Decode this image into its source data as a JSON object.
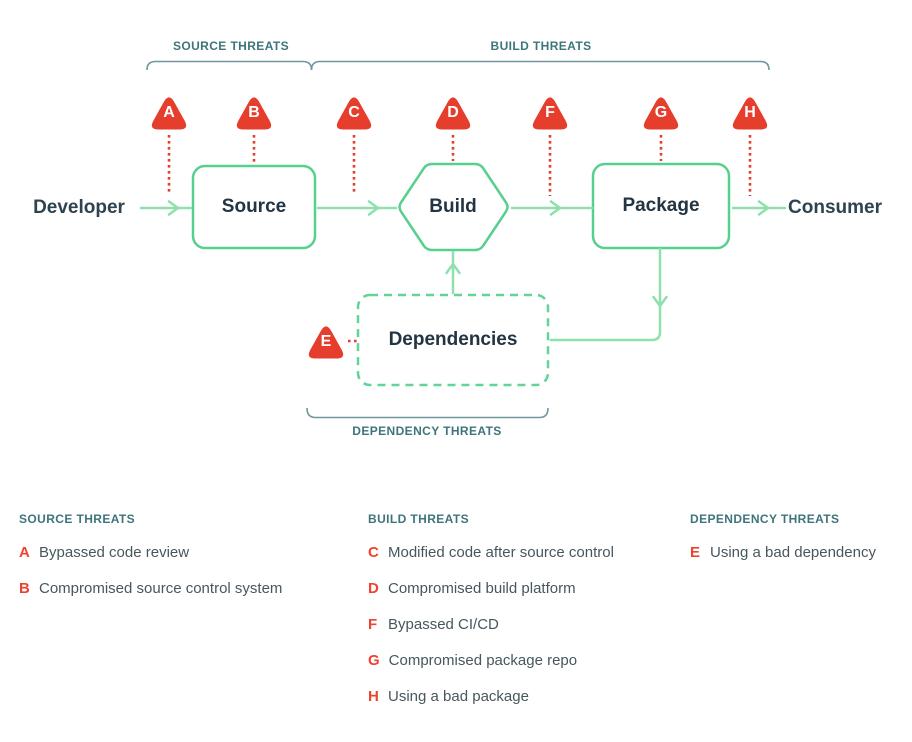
{
  "colors": {
    "box_border_green": "#57d08e",
    "arrow_green": "#8fe0ae",
    "dashed_border_green": "#62d495",
    "threat_red": "#e53e2c",
    "legend_letter_red": "#ee4331",
    "header_teal": "#3e747b",
    "bracket_teal": "#71969c",
    "node_text": "#233442",
    "body_text": "#46575d"
  },
  "diagram": {
    "flow_labels": {
      "developer": "Developer",
      "consumer": "Consumer"
    },
    "nodes": {
      "source": "Source",
      "build": "Build",
      "package": "Package",
      "dependencies": "Dependencies"
    },
    "group_labels": {
      "source": "SOURCE THREATS",
      "build": "BUILD THREATS",
      "dependency": "DEPENDENCY THREATS"
    },
    "markers": [
      {
        "letter": "A"
      },
      {
        "letter": "B"
      },
      {
        "letter": "C"
      },
      {
        "letter": "D"
      },
      {
        "letter": "F"
      },
      {
        "letter": "G"
      },
      {
        "letter": "H"
      },
      {
        "letter": "E"
      }
    ]
  },
  "legend": {
    "columns": [
      {
        "title": "SOURCE THREATS",
        "items": [
          {
            "letter": "A",
            "text": "Bypassed code review"
          },
          {
            "letter": "B",
            "text": "Compromised source control system"
          }
        ]
      },
      {
        "title": "BUILD THREATS",
        "items": [
          {
            "letter": "C",
            "text": "Modified code after source control"
          },
          {
            "letter": "D",
            "text": "Compromised build platform"
          },
          {
            "letter": "F",
            "text": "Bypassed CI/CD"
          },
          {
            "letter": "G",
            "text": "Compromised package repo"
          },
          {
            "letter": "H",
            "text": "Using a bad package"
          }
        ]
      },
      {
        "title": "DEPENDENCY THREATS",
        "items": [
          {
            "letter": "E",
            "text": "Using a bad dependency"
          }
        ]
      }
    ]
  }
}
